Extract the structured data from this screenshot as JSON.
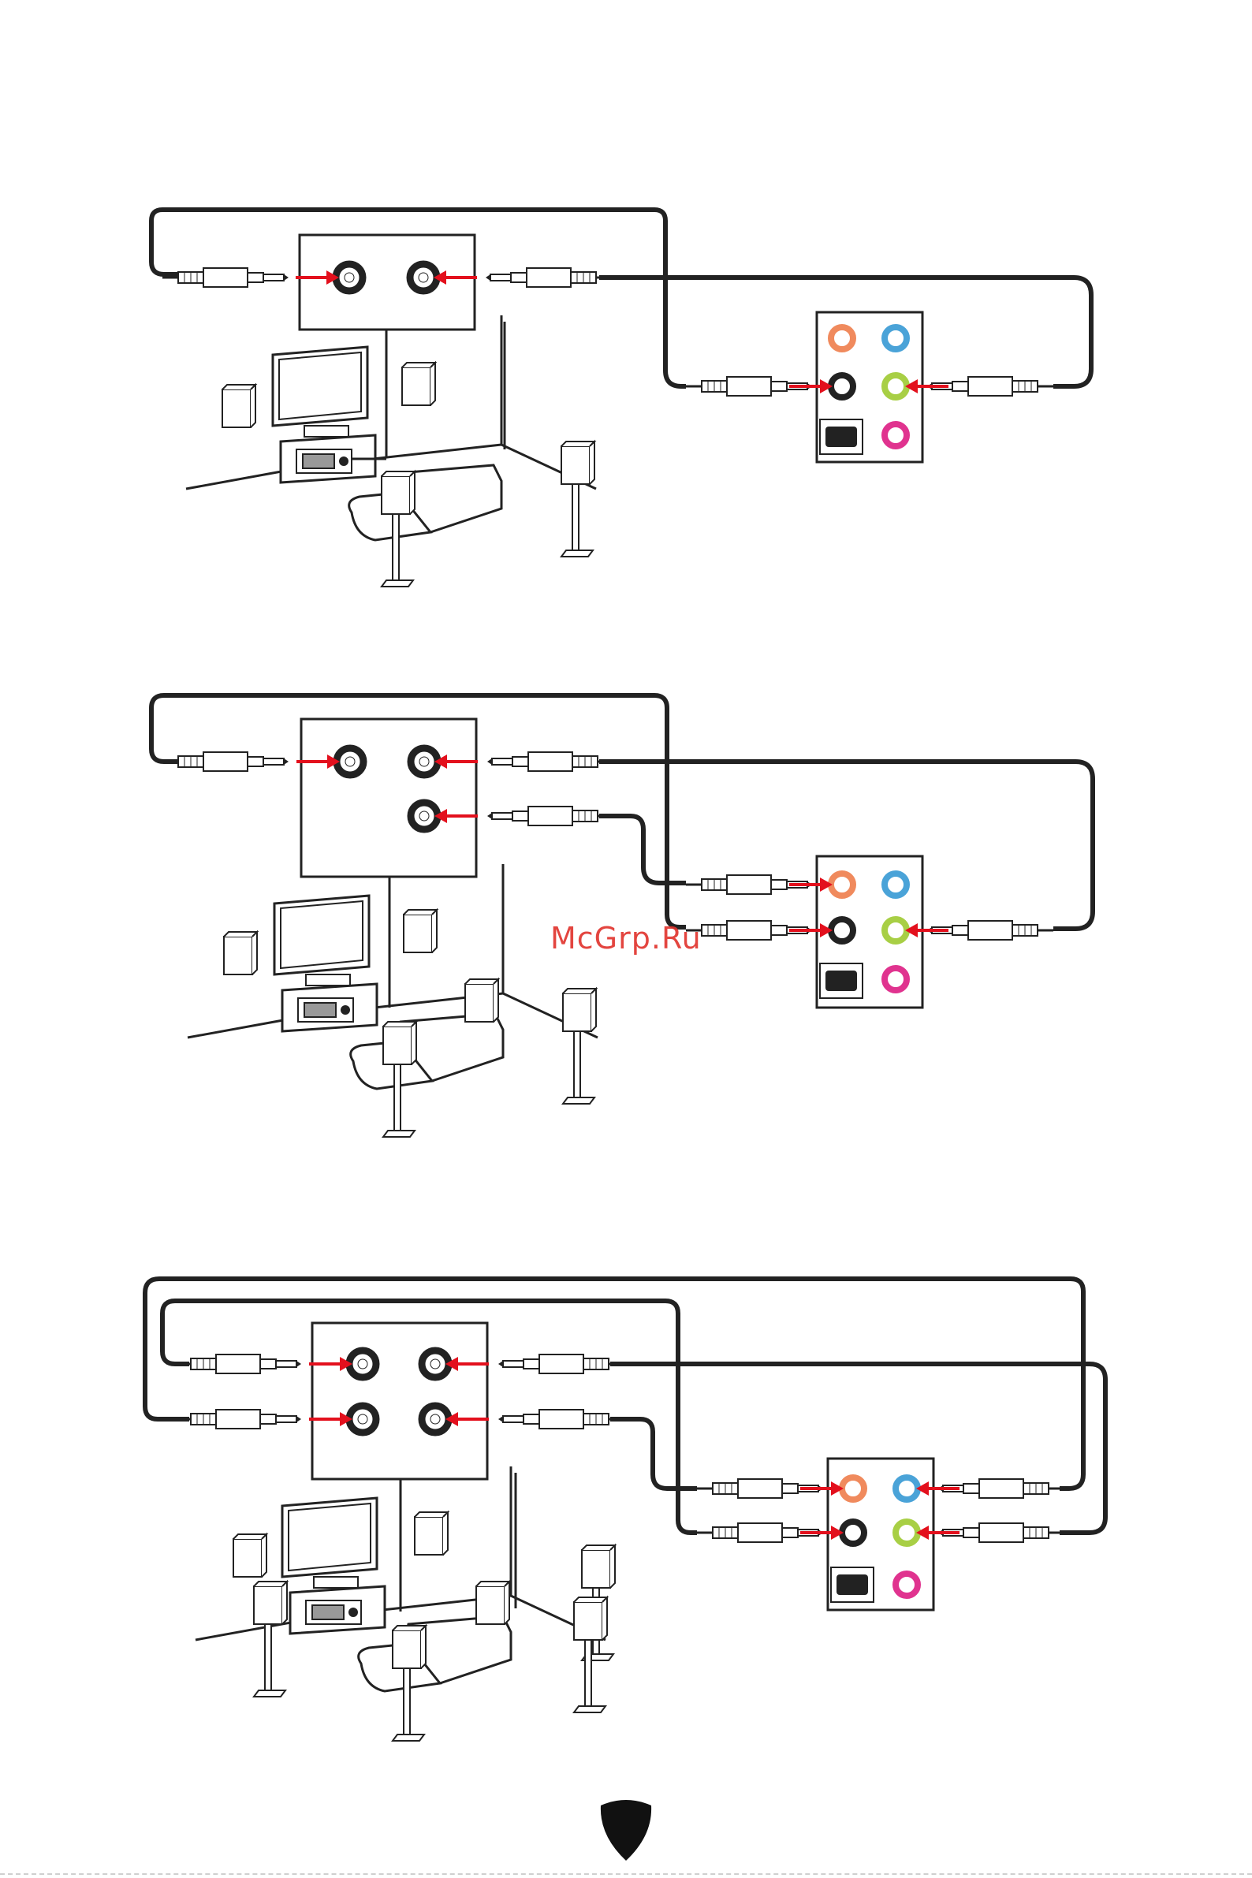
{
  "watermark": {
    "text": "McGrp.Ru"
  },
  "colors": {
    "cable": "#222222",
    "arrow": "#e3101d",
    "jack_orange": "#f08a5d",
    "jack_blue": "#4aa3d8",
    "jack_black": "#222222",
    "jack_green": "#a8cf45",
    "jack_pink": "#e0338f",
    "line": "#222222"
  },
  "diagrams": [
    {
      "name": "stereo-setup",
      "receiver_jacks": 2,
      "pc_connections": [
        "black",
        "green"
      ]
    },
    {
      "name": "five-one-setup",
      "receiver_jacks": 3,
      "pc_connections": [
        "orange",
        "black",
        "green"
      ]
    },
    {
      "name": "seven-one-setup",
      "receiver_jacks": 4,
      "pc_connections": [
        "orange",
        "blue",
        "black",
        "green"
      ]
    }
  ],
  "page_icon": "msi-shield-icon"
}
